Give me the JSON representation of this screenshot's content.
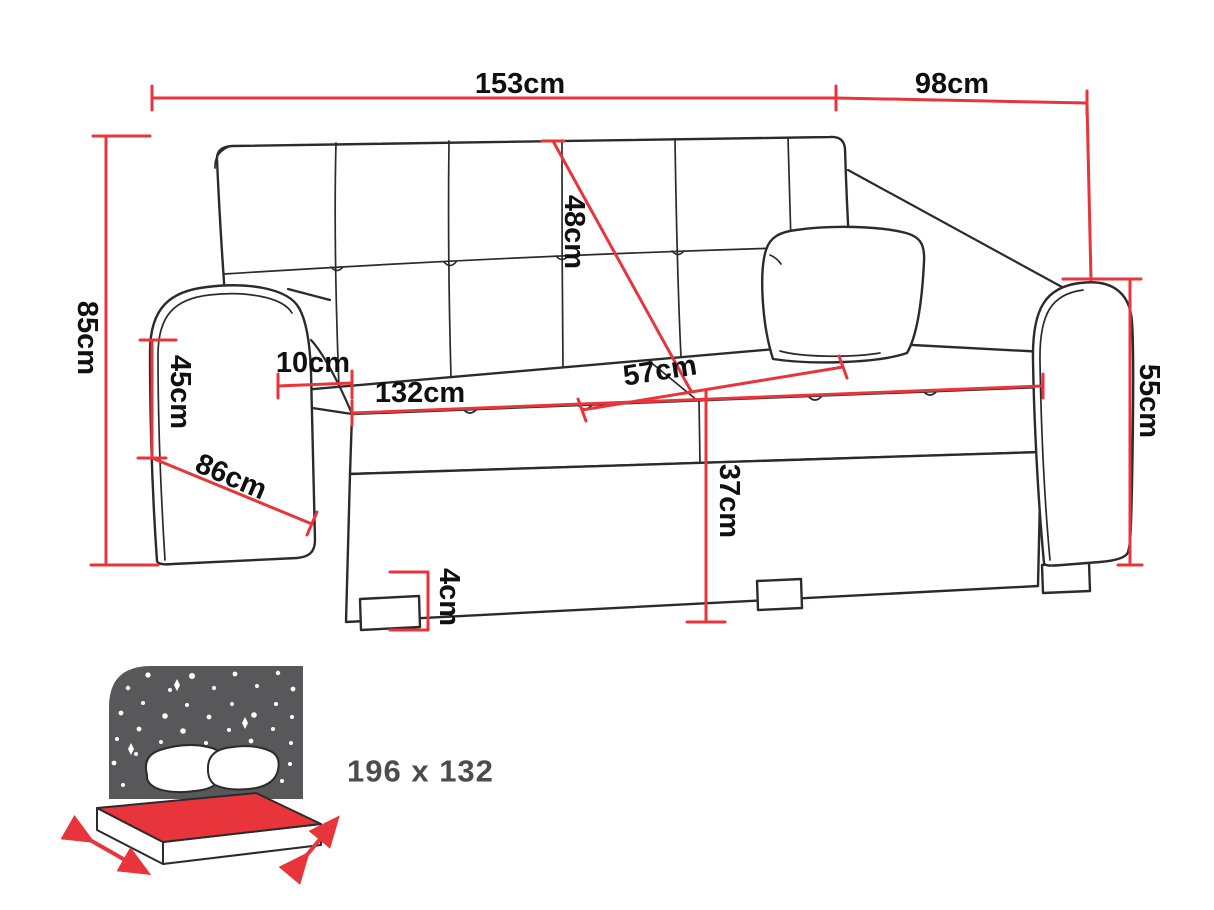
{
  "diagram": {
    "type": "sofa-bed-dimension-drawing",
    "labels": {
      "overall_width": "153cm",
      "overall_depth": "98cm",
      "overall_height": "85cm",
      "backrest_height": "48cm",
      "armrest_height": "45cm",
      "armrest_width": "10cm",
      "seat_width": "132cm",
      "seat_depth": "57cm",
      "armrest_depth": "86cm",
      "side_height": "55cm",
      "seat_height": "37cm",
      "leg_height": "4cm"
    },
    "sleeping_area": {
      "icon": "sleeping-area-bed-icon",
      "label": "196 x 132"
    },
    "colors": {
      "dimension_red": "#e8353c",
      "outline_black": "#2d2a2b",
      "icon_gray": "#58585a",
      "label_black": "#101010",
      "sleeping_label_gray": "#4c4c4e",
      "background": "#ffffff"
    }
  }
}
